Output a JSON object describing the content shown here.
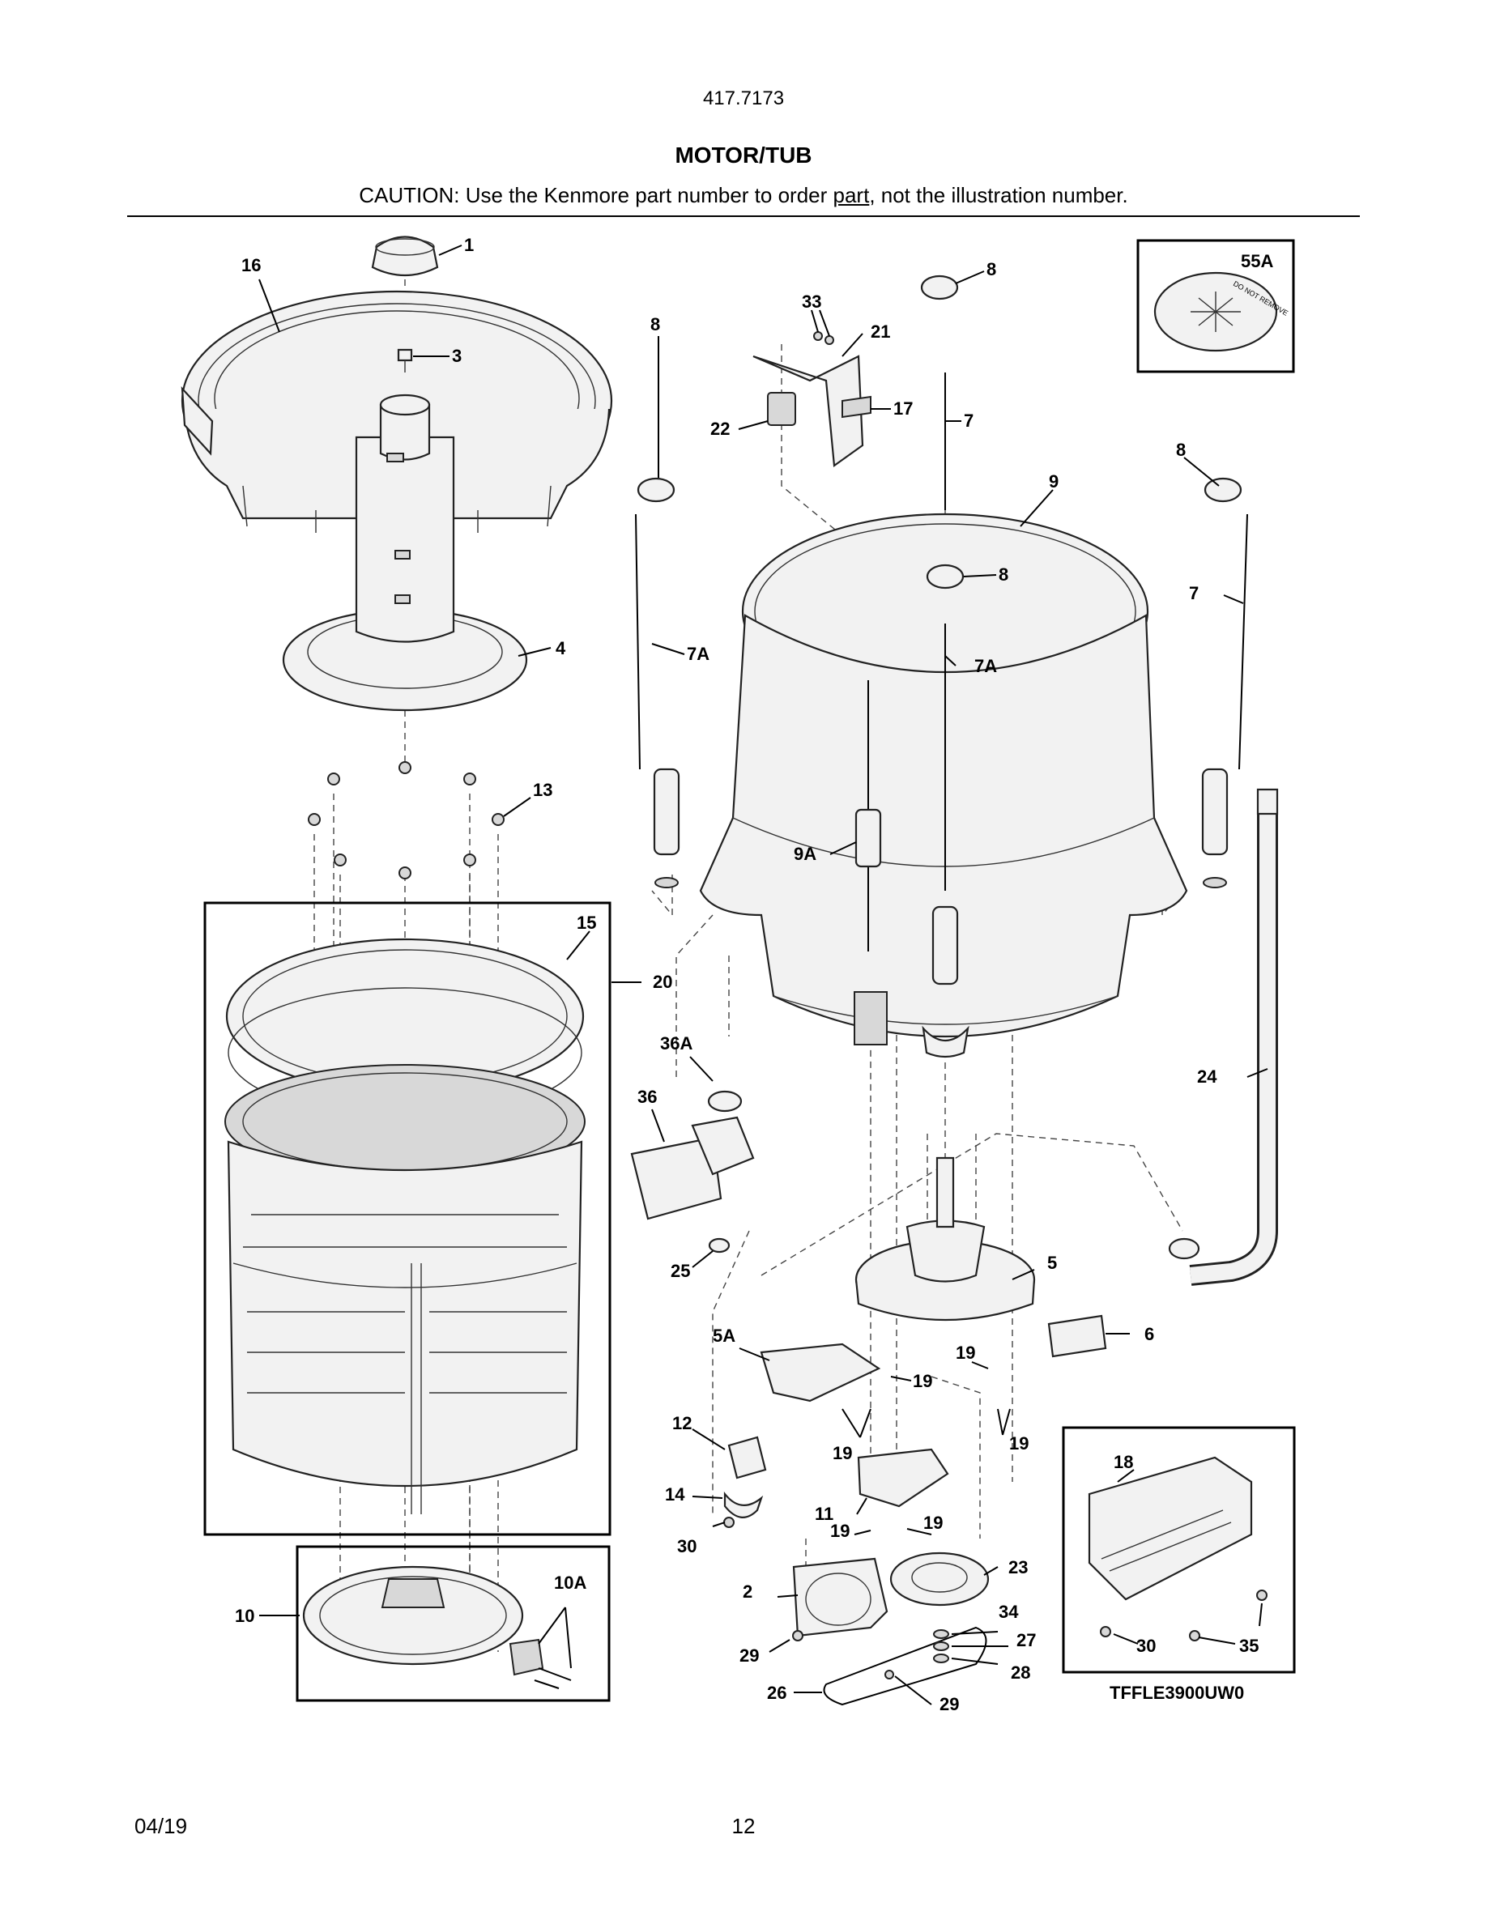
{
  "header": {
    "model_number": "417.7173",
    "title": "MOTOR/TUB",
    "caution_before": "CAUTION: Use the Kenmore part number to order ",
    "caution_underlined": "part",
    "caution_after": ", not the illustration number."
  },
  "diagram": {
    "callouts": {
      "c1": "1",
      "c16": "16",
      "c3": "3",
      "c4": "4",
      "c33": "33",
      "c21": "21",
      "c17": "17",
      "c22": "22",
      "c8a": "8",
      "c8b": "8",
      "c8c": "8",
      "c8d": "8",
      "c7a": "7",
      "c7b": "7",
      "c7Aa": "7A",
      "c7Ab": "7A",
      "c9": "9",
      "c9A": "9A",
      "c55A": "55A",
      "c13": "13",
      "c15": "15",
      "c20": "20",
      "c36A": "36A",
      "c36": "36",
      "c24": "24",
      "c25": "25",
      "c5": "5",
      "c6": "6",
      "c5A": "5A",
      "c19a": "19",
      "c19b": "19",
      "c19c": "19",
      "c19d": "19",
      "c19e": "19",
      "c19f": "19",
      "c12": "12",
      "c14": "14",
      "c11": "11",
      "c30a": "30",
      "c30b": "30",
      "c10": "10",
      "c10A": "10A",
      "c2": "2",
      "c23": "23",
      "c34": "34",
      "c27": "27",
      "c28": "28",
      "c29a": "29",
      "c29b": "29",
      "c26": "26",
      "c18": "18",
      "c35": "35"
    },
    "model_code": "TFFLE3900UW0",
    "decal_text": "DO NOT REMOVE"
  },
  "footer": {
    "date": "04/19",
    "page_number": "12"
  }
}
